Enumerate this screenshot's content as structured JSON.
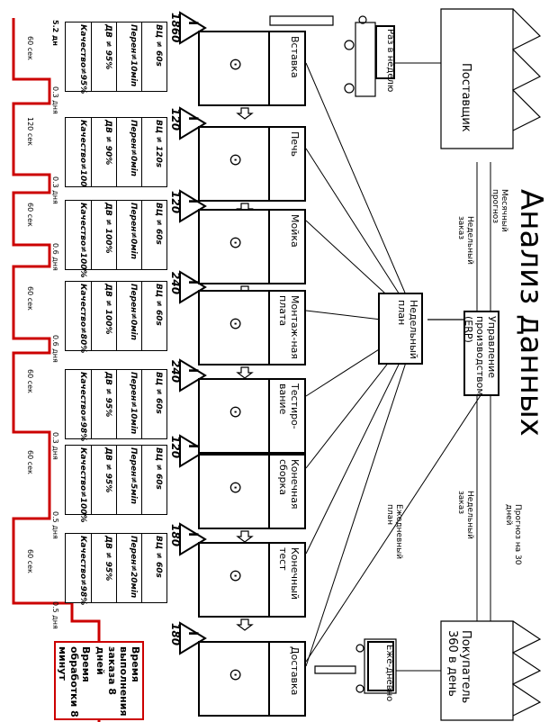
{
  "title": "Анализ данных",
  "supplier": {
    "label": "Поставщик",
    "freq": "Раз в неделю"
  },
  "customer": {
    "label": "Покупатель 360 в день",
    "freq": "Еже-дневно"
  },
  "erp": "Управление производством (ERP)",
  "weekly_plan": "Недельный план",
  "daily_plan": "Ежедневный план",
  "forecasts": {
    "monthly": "Месячный прогноз",
    "weekly_order_supplier": "Недельный заказ",
    "forecast_30": "Прогноз на 30 дней",
    "weekly_order_customer": "Недельный заказ"
  },
  "processes": [
    {
      "name": "Вставка",
      "inv": "1860",
      "vc": "ВЦ  ≠ 60s",
      "changeover": "Перен≠10мin",
      "availability": "ДВ   ≠ 95%",
      "quality": "Качество≠95%"
    },
    {
      "name": "Печь",
      "inv": "120",
      "vc": "ВЦ  ≠ 120s",
      "changeover": "Перен≠0мin",
      "availability": "ДВ   ≠ 90%",
      "quality": "Качество≠100"
    },
    {
      "name": "Мойка",
      "inv": "120",
      "vc": "ВЦ  ≠ 60s",
      "changeover": "Перен≠0мin",
      "availability": "ДВ   ≠ 100%",
      "quality": "Качество≠100%"
    },
    {
      "name": "Монтаж-ная плата",
      "inv": "240",
      "vc": "ВЦ  ≠ 60s",
      "changeover": "Перен≠0мin",
      "availability": "ДВ   ≠ 100%",
      "quality": "Качество≠80%"
    },
    {
      "name": "Тестиро-вание",
      "inv": "240",
      "vc": "ВЦ  ≠ 60s",
      "changeover": "Перен≠10мin",
      "availability": "ДВ   ≠ 95%",
      "quality": "Качество≠98%"
    },
    {
      "name": "Конечная сборка",
      "inv": "120",
      "vc": "ВЦ  ≠ 60s",
      "changeover": "Перен≠5мin",
      "availability": "ДВ   ≠ 95%",
      "quality": "Качество≠100%"
    },
    {
      "name": "Конечный тест",
      "inv": "180",
      "vc": "ВЦ  ≠ 60s",
      "changeover": "Перен≠20мin",
      "availability": "ДВ   ≠ 95%",
      "quality": "Качество≠98%"
    },
    {
      "name": "Доставка",
      "inv": "180"
    }
  ],
  "inventory_symbol": "I",
  "timeline": {
    "days": [
      "5.2 дн",
      "0.3 дня",
      "0.3 дня",
      "0.6 дня",
      "0.6 дня",
      "0.3 дня",
      "0.5 дня",
      "0.5 дня"
    ],
    "secs": [
      "60 сек",
      "120 сек",
      "60 сек",
      "60 сек",
      "60 сек",
      "60 сек",
      "60 сек"
    ]
  },
  "summary": {
    "lead_time": "Время выполнения заказа 8 дней",
    "processing_time": "Время обработки 8 минут"
  }
}
